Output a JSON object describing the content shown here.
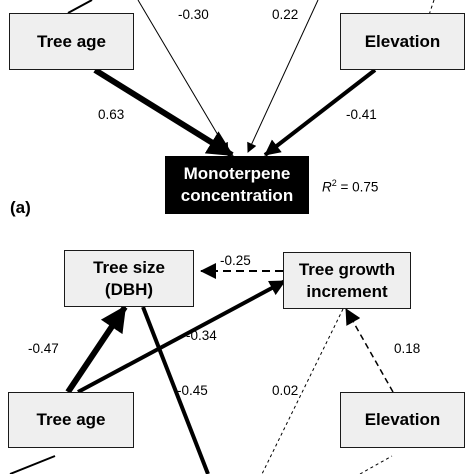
{
  "panel_a": {
    "label": "(a)",
    "nodes": {
      "tree_age": "Tree age",
      "elevation": "Elevation",
      "monoterpene_line1": "Monoterpene",
      "monoterpene_line2": "concentration"
    },
    "coefficients": {
      "age_to_mono": "0.63",
      "elev_to_mono": "-0.41",
      "top_left_to_mono": "-0.30",
      "top_right_to_mono": "0.22"
    },
    "r2": {
      "symbol": "R",
      "exponent": "2",
      "value": " = 0.75"
    }
  },
  "panel_b": {
    "nodes": {
      "tree_size_line1": "Tree size",
      "tree_size_line2": "(DBH)",
      "growth_line1": "Tree growth",
      "growth_line2": "increment",
      "tree_age": "Tree age",
      "elevation": "Elevation"
    },
    "coefficients": {
      "growth_to_size": "-0.25",
      "age_to_size": "-0.47",
      "age_to_growth": "-0.34",
      "size_downward": "-0.45",
      "growth_downward": "0.02",
      "elev_to_growth": "0.18"
    }
  },
  "colors": {
    "box_fill": "#efefef",
    "box_border": "#1a1a1a",
    "dark_fill": "#000000",
    "arrow": "#000000"
  }
}
